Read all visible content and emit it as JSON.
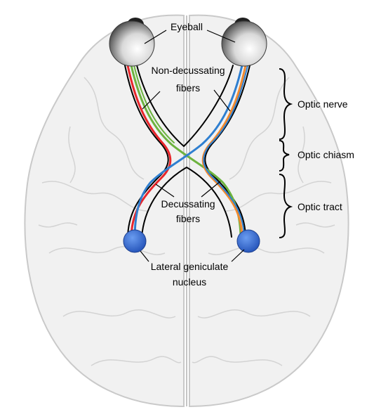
{
  "labels": {
    "eyeball": "Eyeball",
    "non_decussating_line1": "Non-decussating",
    "non_decussating_line2": "fibers",
    "decussating_line1": "Decussating",
    "decussating_line2": "fibers",
    "lgn_line1": "Lateral geniculate",
    "lgn_line2": "nucleus",
    "optic_nerve": "Optic nerve",
    "optic_chiasm": "Optic chiasm",
    "optic_tract": "Optic tract"
  },
  "colors": {
    "brain_fill": "#f1f1f1",
    "brain_stroke": "#c9c9c9",
    "fiber_outline": "#000000",
    "fiber_red": "#e8262b",
    "fiber_green": "#6db33f",
    "fiber_blue": "#2f7fd0",
    "fiber_orange": "#f28a2e",
    "lgn_fill": "#2f67d6",
    "eyeball_dark": "#2a2a2a",
    "eyeball_light": "#ffffff"
  }
}
